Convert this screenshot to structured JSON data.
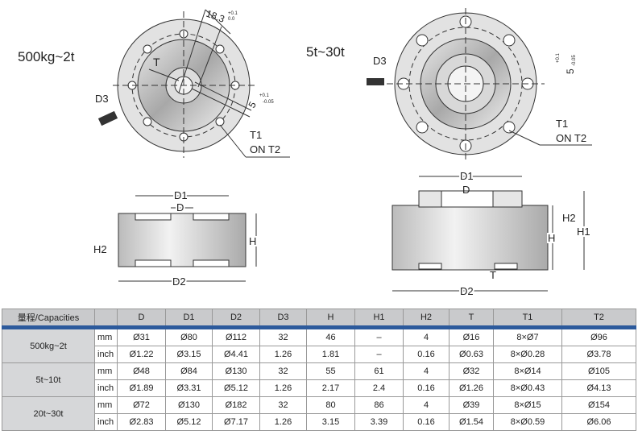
{
  "drawings": {
    "small": {
      "title": "500kg~2t",
      "T": "T",
      "D3": "D3",
      "dim1": "18.3",
      "dim1_tol_up": "+0.1",
      "dim1_tol_low": "0.0",
      "dim2": "5",
      "dim2_tol_up": "+0.1",
      "dim2_tol_low": "-0.05",
      "T1": "T1",
      "on_t2": "ON  T2",
      "side": {
        "D1": "D1",
        "D": "D",
        "H2": "H2",
        "H": "H",
        "D2": "D2"
      }
    },
    "large": {
      "title": "5t~30t",
      "D3": "D3",
      "dim2": "5",
      "dim2_tol_up": "+0.1",
      "dim2_tol_low": "-0.05",
      "T1": "T1",
      "on_t2": "ON  T2",
      "side": {
        "D1": "D1",
        "D": "D",
        "H2": "H2",
        "H": "H",
        "H1": "H1",
        "D2": "D2",
        "T": "T"
      }
    }
  },
  "table": {
    "headers": [
      "量程/Capacities",
      "",
      "D",
      "D1",
      "D2",
      "D3",
      "H",
      "H1",
      "H2",
      "T",
      "T1",
      "T2"
    ],
    "groups": [
      {
        "capacity": "500kg~2t",
        "rows": [
          {
            "unit": "mm",
            "values": [
              "Ø31",
              "Ø80",
              "Ø112",
              "32",
              "46",
              "–",
              "4",
              "Ø16",
              "8×Ø7",
              "Ø96"
            ]
          },
          {
            "unit": "inch",
            "values": [
              "Ø1.22",
              "Ø3.15",
              "Ø4.41",
              "1.26",
              "1.81",
              "–",
              "0.16",
              "Ø0.63",
              "8×Ø0.28",
              "Ø3.78"
            ]
          }
        ]
      },
      {
        "capacity": "5t~10t",
        "rows": [
          {
            "unit": "mm",
            "values": [
              "Ø48",
              "Ø84",
              "Ø130",
              "32",
              "55",
              "61",
              "4",
              "Ø32",
              "8×Ø14",
              "Ø105"
            ]
          },
          {
            "unit": "inch",
            "values": [
              "Ø1.89",
              "Ø3.31",
              "Ø5.12",
              "1.26",
              "2.17",
              "2.4",
              "0.16",
              "Ø1.26",
              "8×Ø0.43",
              "Ø4.13"
            ]
          }
        ]
      },
      {
        "capacity": "20t~30t",
        "rows": [
          {
            "unit": "mm",
            "values": [
              "Ø72",
              "Ø130",
              "Ø182",
              "32",
              "80",
              "86",
              "4",
              "Ø39",
              "8×Ø15",
              "Ø154"
            ]
          },
          {
            "unit": "inch",
            "values": [
              "Ø2.83",
              "Ø5.12",
              "Ø7.17",
              "1.26",
              "3.15",
              "3.39",
              "0.16",
              "Ø1.54",
              "8×Ø0.59",
              "Ø6.06"
            ]
          }
        ]
      }
    ]
  }
}
